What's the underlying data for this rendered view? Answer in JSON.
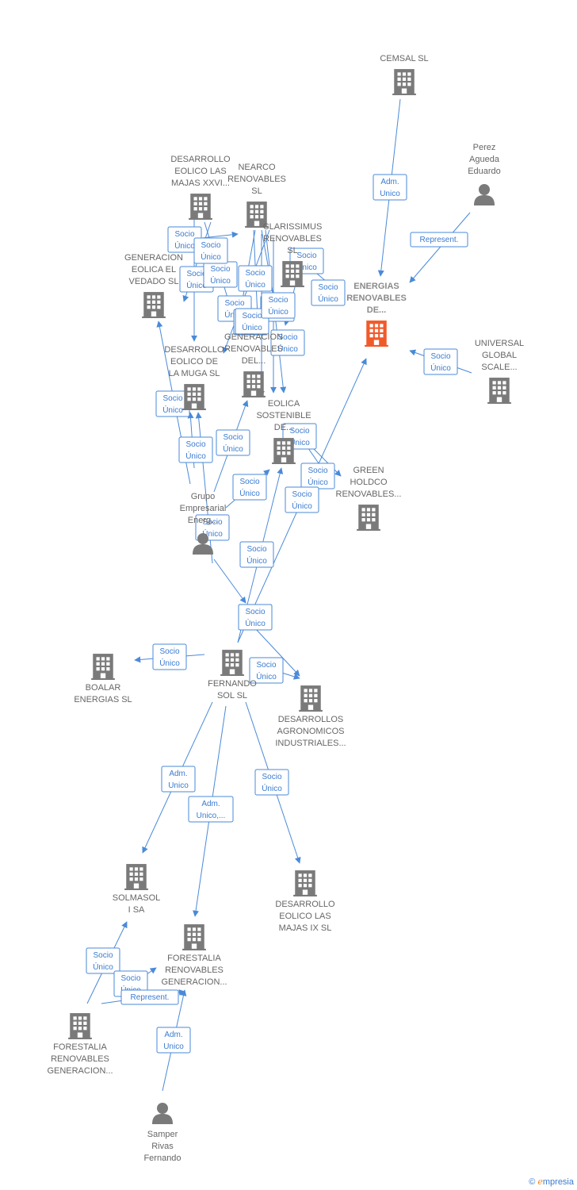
{
  "colors": {
    "edge": "#4a8ad8",
    "node": "#7a7a7a",
    "focus": "#f05a2a",
    "label": "#666666"
  },
  "nodes": [
    {
      "id": "cemsal",
      "kind": "building",
      "lines": [
        "CEMSAL SL"
      ]
    },
    {
      "id": "perez",
      "kind": "person",
      "lines": [
        "Perez",
        "Agueda",
        "Eduardo"
      ]
    },
    {
      "id": "energias",
      "kind": "building",
      "focus": true,
      "lines": [
        "ENERGIAS",
        "RENOVABLES",
        "DE..."
      ]
    },
    {
      "id": "universal",
      "kind": "building",
      "lines": [
        "UNIVERSAL",
        "GLOBAL",
        "SCALE..."
      ]
    },
    {
      "id": "majas_xxvi",
      "kind": "building",
      "lines": [
        "DESARROLLO",
        "EOLICO LAS",
        "MAJAS XXVI..."
      ]
    },
    {
      "id": "nearco",
      "kind": "building",
      "lines": [
        "NEARCO",
        "RENOVABLES",
        "SL"
      ]
    },
    {
      "id": "clarissimus",
      "kind": "building",
      "lines": [
        "CLARISSIMUS",
        "RENOVABLES",
        "SL"
      ]
    },
    {
      "id": "vedado",
      "kind": "building",
      "lines": [
        "GENERACION",
        "EOLICA EL",
        "VEDADO SL"
      ]
    },
    {
      "id": "muga",
      "kind": "building",
      "lines": [
        "DESARROLLO",
        "EOLICO DE",
        "LA MUGA SL"
      ]
    },
    {
      "id": "generacion_ren",
      "kind": "building",
      "lines": [
        "GENERACION",
        "RENOVABLES",
        "DEL..."
      ]
    },
    {
      "id": "eolica_sost",
      "kind": "building",
      "lines": [
        "EOLICA",
        "SOSTENIBLE",
        "DE..."
      ]
    },
    {
      "id": "green",
      "kind": "building",
      "lines": [
        "GREEN",
        "HOLDCO",
        "RENOVABLES..."
      ]
    },
    {
      "id": "grupo",
      "kind": "person",
      "lines": [
        "Grupo",
        "Empresarial",
        "Energ..."
      ]
    },
    {
      "id": "boalar",
      "kind": "building",
      "lines": [
        "BOALAR",
        "ENERGIAS  SL"
      ]
    },
    {
      "id": "fernando",
      "kind": "building",
      "lines": [
        "FERNANDO",
        "SOL SL"
      ]
    },
    {
      "id": "agronomicos",
      "kind": "building",
      "lines": [
        "DESARROLLOS",
        "AGRONOMICOS",
        "INDUSTRIALES..."
      ]
    },
    {
      "id": "solmasol",
      "kind": "building",
      "lines": [
        "SOLMASOL",
        "I SA"
      ]
    },
    {
      "id": "forestalia1",
      "kind": "building",
      "lines": [
        "FORESTALIA",
        "RENOVABLES",
        "GENERACION..."
      ]
    },
    {
      "id": "majas_ix",
      "kind": "building",
      "lines": [
        "DESARROLLO",
        "EOLICO LAS",
        "MAJAS IX  SL"
      ]
    },
    {
      "id": "forestalia2",
      "kind": "building",
      "lines": [
        "FORESTALIA",
        "RENOVABLES",
        "GENERACION..."
      ]
    },
    {
      "id": "samper",
      "kind": "person",
      "lines": [
        "Samper",
        "Rivas",
        "Fernando"
      ]
    }
  ],
  "edges": [
    {
      "lines": [
        "Adm.",
        "Unico"
      ]
    },
    {
      "lines": [
        "Represent."
      ]
    },
    {
      "lines": [
        "Socio",
        "Único"
      ]
    },
    {
      "lines": [
        "Socio",
        "Único"
      ]
    },
    {
      "lines": [
        "Socio",
        "Único"
      ]
    },
    {
      "lines": [
        "Socio",
        "Único"
      ]
    },
    {
      "lines": [
        "Socio",
        "Único"
      ]
    },
    {
      "lines": [
        "Socio",
        "Único"
      ]
    },
    {
      "lines": [
        "Socio",
        "Único"
      ]
    },
    {
      "lines": [
        "Socio",
        "Único"
      ]
    },
    {
      "lines": [
        "Socio",
        "Único"
      ]
    },
    {
      "lines": [
        "Socio",
        "Único"
      ]
    },
    {
      "lines": [
        "Socio",
        "Único"
      ]
    },
    {
      "lines": [
        "Socio",
        "Único"
      ]
    },
    {
      "lines": [
        "Socio",
        "Único"
      ]
    },
    {
      "lines": [
        "Socio",
        "Único"
      ]
    },
    {
      "lines": [
        "Socio",
        "Único"
      ]
    },
    {
      "lines": [
        "Socio",
        "Único"
      ]
    },
    {
      "lines": [
        "Socio",
        "Único"
      ]
    },
    {
      "lines": [
        "Socio",
        "Único"
      ]
    },
    {
      "lines": [
        "Socio",
        "Único"
      ]
    },
    {
      "lines": [
        "Socio",
        "Único"
      ]
    },
    {
      "lines": [
        "Socio",
        "Único"
      ]
    },
    {
      "lines": [
        "Socio",
        "Único"
      ]
    },
    {
      "lines": [
        "Socio",
        "Único"
      ]
    },
    {
      "lines": [
        "Socio",
        "Único"
      ]
    },
    {
      "lines": [
        "Socio",
        "Único"
      ]
    },
    {
      "lines": [
        "Socio",
        "Único"
      ]
    },
    {
      "lines": [
        "Socio",
        "Único"
      ]
    },
    {
      "lines": [
        "Adm.",
        "Unico"
      ]
    },
    {
      "lines": [
        "Adm.",
        "Unico,..."
      ]
    },
    {
      "lines": [
        "Socio",
        "Único"
      ]
    },
    {
      "lines": [
        "Socio",
        "Único"
      ]
    },
    {
      "lines": [
        "Socio",
        "Único"
      ]
    },
    {
      "lines": [
        "Represent."
      ]
    },
    {
      "lines": [
        "Adm.",
        "Unico"
      ]
    }
  ],
  "footer": {
    "copyright": "©",
    "brand_initial": "e",
    "brand_rest": "mpresia"
  }
}
